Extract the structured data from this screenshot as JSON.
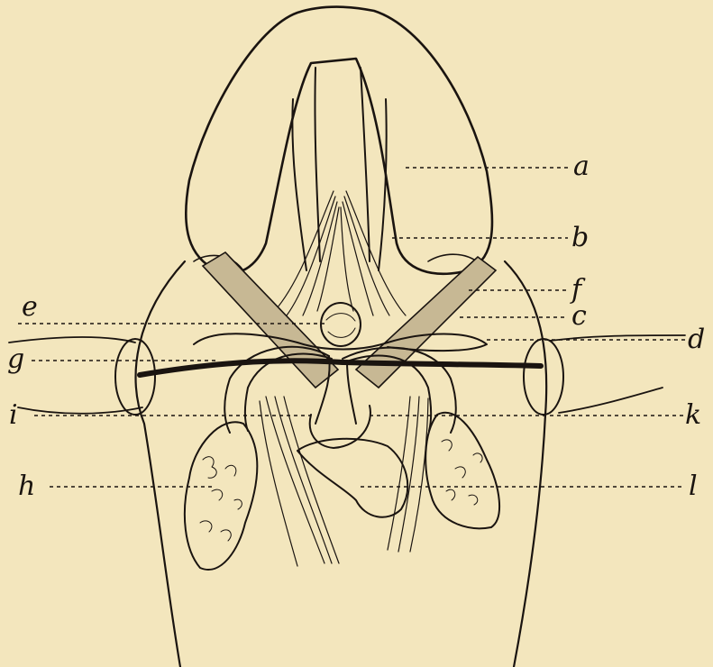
{
  "colors": {
    "paper": "#f3e6bd",
    "ink": "#1a1410",
    "muscle": "#c7b894"
  },
  "labels": {
    "a": "a",
    "b": "b",
    "c": "c",
    "d": "d",
    "e": "e",
    "f": "f",
    "g": "g",
    "h": "h",
    "i": "i",
    "k": "k",
    "l": "l"
  }
}
